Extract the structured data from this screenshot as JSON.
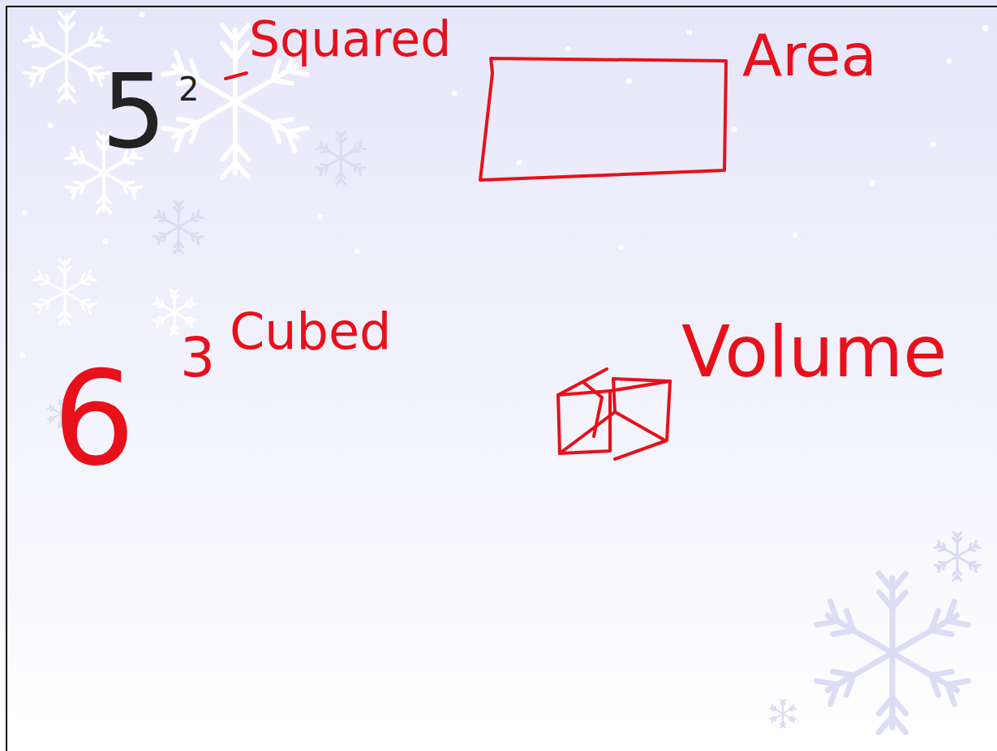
{
  "diagram": {
    "labels": [
      "5",
      "2",
      "Squared",
      "Area",
      "6",
      "3",
      "Cubed",
      "Volume"
    ]
  }
}
